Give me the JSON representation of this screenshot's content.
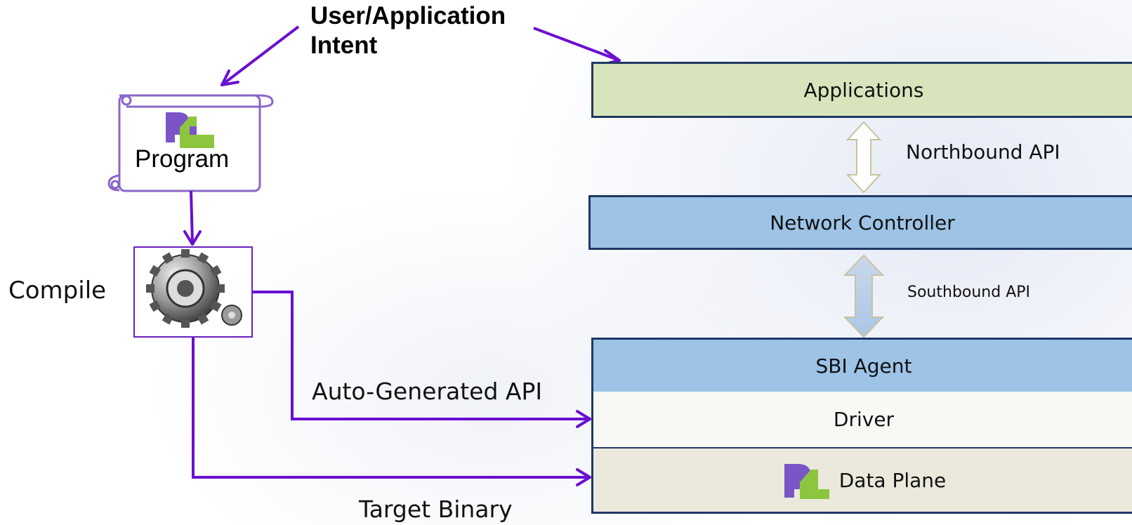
{
  "intent": {
    "line1": "User/Application",
    "line2": "Intent"
  },
  "program": {
    "logo": "P4",
    "label": "Program"
  },
  "compile": {
    "label": "Compile",
    "icon": "gear-icon"
  },
  "labels": {
    "auto_api": "Auto-Generated API",
    "target_binary": "Target Binary",
    "northbound": "Northbound API",
    "southbound": "Southbound API"
  },
  "stack": {
    "applications": "Applications",
    "network_controller": "Network Controller",
    "sbi_agent": "SBI Agent",
    "driver": "Driver",
    "data_plane": {
      "logo": "P4",
      "label": "Data Plane"
    }
  },
  "colors": {
    "arrow": "#6a0fd0",
    "layer_border": "#1f3864",
    "applications_fill": "#d8e4bc",
    "controller_fill": "#9dc3e6",
    "driver_fill": "#f8f8f4",
    "dataplane_fill": "#ebe9dc",
    "p4_purple": "#7a55c8",
    "p4_green": "#8cc63f"
  }
}
